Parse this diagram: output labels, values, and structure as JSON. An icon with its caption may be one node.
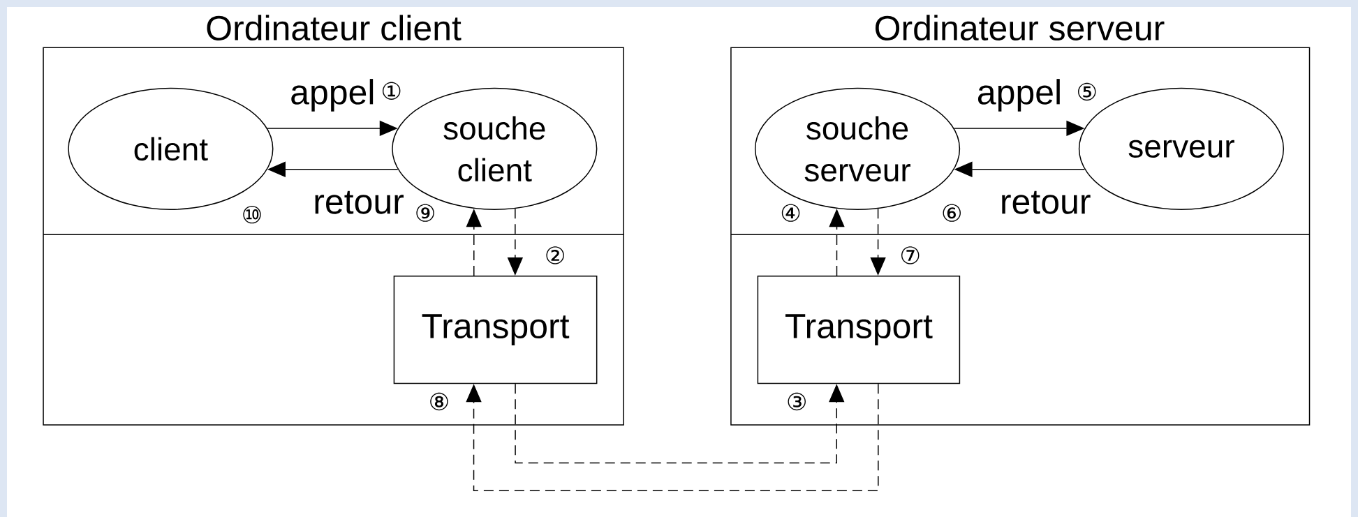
{
  "diagram": {
    "nodes": [
      {
        "text": [
          "Ordinateur client"
        ]
      },
      {
        "text": [
          "client"
        ],
        "in": 0
      },
      {
        "text": [
          "souche client"
        ],
        "in": 0
      },
      {
        "text": [
          "Transport"
        ],
        "in": 0
      },
      {
        "text": [
          "Ordinateur serveur"
        ]
      },
      {
        "text": [
          "souche serveur"
        ],
        "in": 4
      },
      {
        "text": [
          "serveur"
        ],
        "in": 4
      },
      {
        "text": [
          "Transport"
        ],
        "in": 4
      }
    ],
    "edges": [
      {
        "from": 1,
        "to": 2,
        "arrow": "to",
        "label": "appel"
      },
      {
        "from": 2,
        "to": 1,
        "arrow": "to",
        "label": "retour"
      },
      {
        "from": 2,
        "to": 3,
        "arrow": "to",
        "style": "dashed"
      },
      {
        "from": 3,
        "to": 2,
        "arrow": "to",
        "style": "dashed"
      },
      {
        "from": 3,
        "to": 7,
        "arrow": "to",
        "style": "dashed"
      },
      {
        "from": 7,
        "to": 3,
        "arrow": "to",
        "style": "dashed"
      },
      {
        "from": 5,
        "to": 6,
        "arrow": "to",
        "label": "appel"
      },
      {
        "from": 6,
        "to": 5,
        "arrow": "to",
        "label": "retour"
      },
      {
        "from": 5,
        "to": 7,
        "arrow": "to",
        "style": "dashed"
      },
      {
        "from": 7,
        "to": 5,
        "arrow": "to",
        "style": "dashed"
      }
    ],
    "labels": [
      "①",
      "⑤",
      "⑩",
      "⑨",
      "④",
      "⑥",
      "②",
      "⑦",
      "⑧",
      "③"
    ]
  }
}
